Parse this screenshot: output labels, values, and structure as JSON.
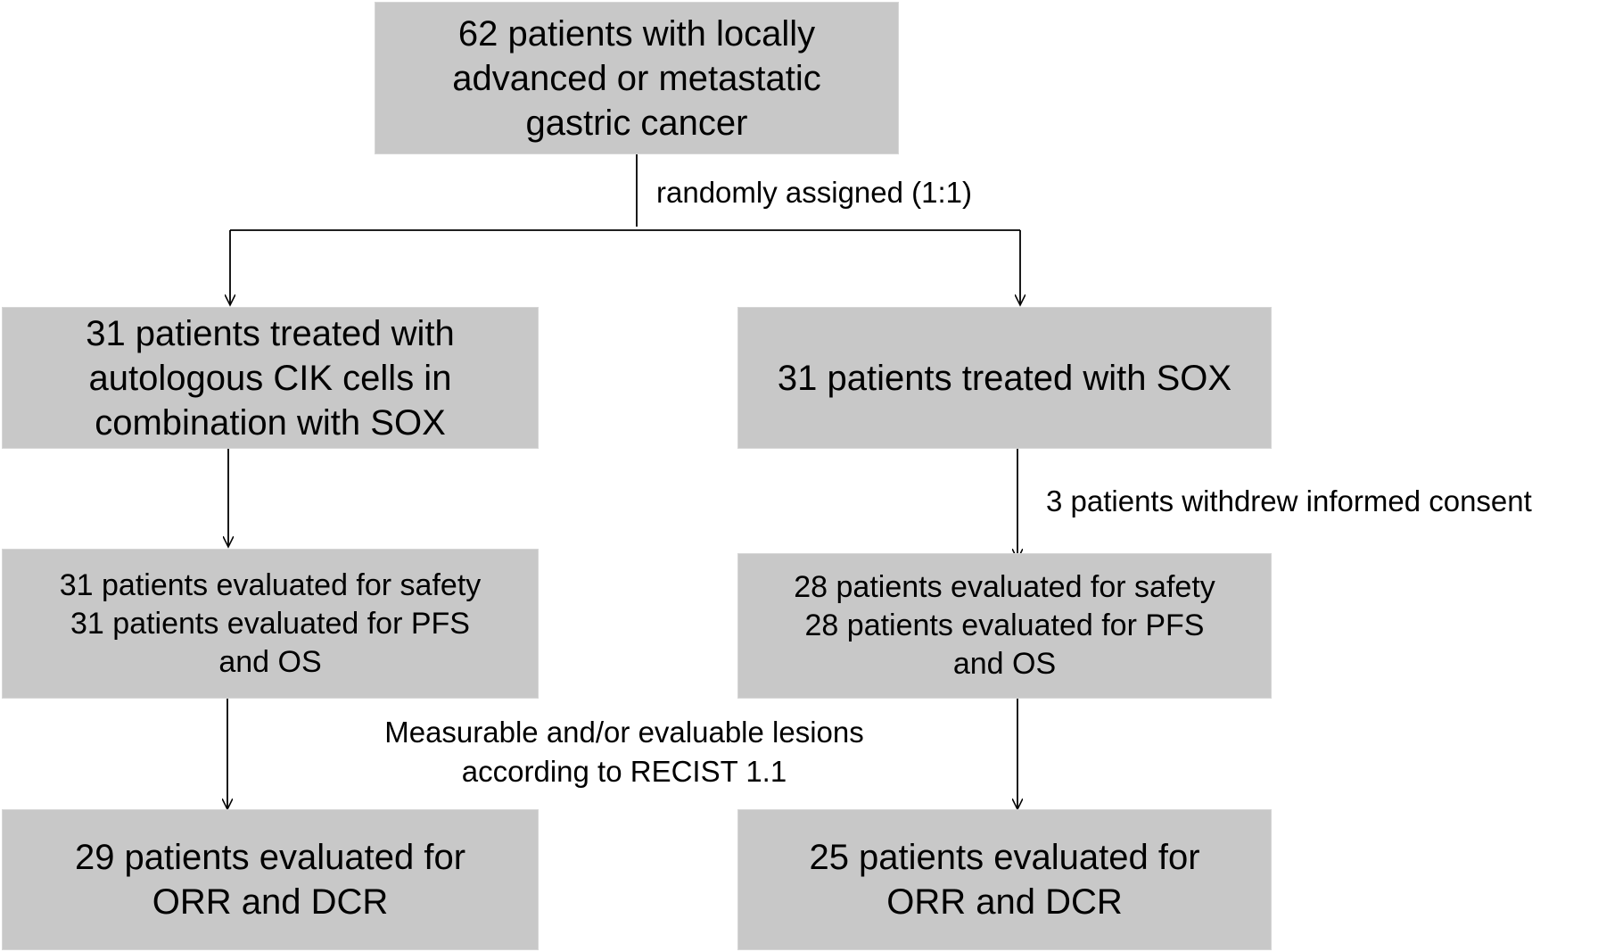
{
  "nodes": {
    "enrolled": {
      "lines": [
        "62 patients with locally",
        "advanced or metastatic",
        "gastric cancer"
      ]
    },
    "cik_sox_group": {
      "lines": [
        "31 patients treated with",
        "autologous CIK cells in",
        "combination with SOX"
      ]
    },
    "sox_group": {
      "lines": [
        "31 patients treated with SOX"
      ]
    },
    "cik_sox_safety": {
      "lines": [
        "31 patients evaluated for safety",
        "31 patients evaluated for PFS",
        "and OS"
      ]
    },
    "sox_safety": {
      "lines": [
        "28 patients evaluated for safety",
        "28 patients evaluated for PFS",
        "and OS"
      ]
    },
    "cik_sox_response": {
      "lines": [
        "29 patients evaluated for",
        "ORR and DCR"
      ]
    },
    "sox_response": {
      "lines": [
        "25 patients evaluated for",
        "ORR and DCR"
      ]
    }
  },
  "annotations": {
    "randomization": "randomly assigned (1:1)",
    "withdrawal": "3 patients withdrew informed consent",
    "lesions_line1": "Measurable and/or evaluable lesions",
    "lesions_line2": "according to RECIST 1.1"
  },
  "colors": {
    "box_fill": "#c8c8c8",
    "line": "#000000"
  }
}
